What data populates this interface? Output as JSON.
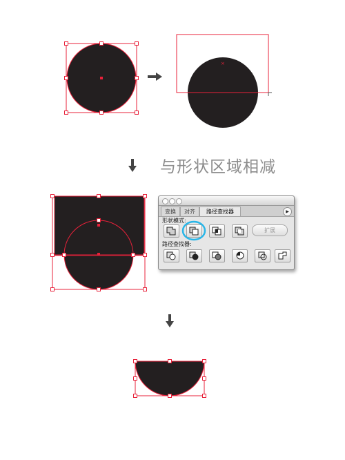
{
  "caption": "与形状区域相减",
  "panel": {
    "tabs": [
      {
        "label": "变换"
      },
      {
        "label": "对齐"
      },
      {
        "label": "路径查找器"
      }
    ],
    "shape_modes_label": "形状模式:",
    "pathfinders_label": "路径查找器:",
    "expand_label": "扩展",
    "highlight_color": "#29b6e8"
  },
  "colors": {
    "shape_fill": "#231f20",
    "selection": "#e8213a",
    "arrow": "#444444"
  }
}
